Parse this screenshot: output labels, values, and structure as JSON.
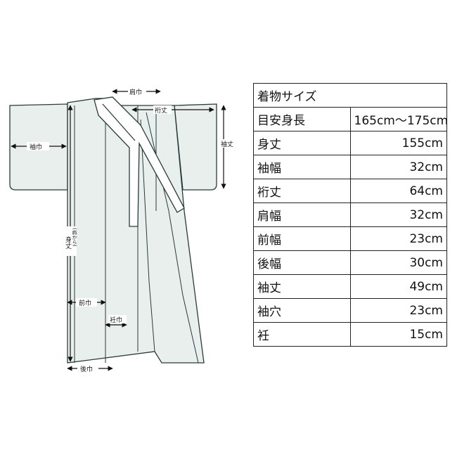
{
  "diagram": {
    "labels": {
      "katahaba": "肩巾",
      "yukitake": "裄丈",
      "sodehaba": "袖巾",
      "sodetake": "袖丈",
      "mitake": "身丈",
      "mitake_note": "(肩から)",
      "maehaba": "前巾",
      "okumihaba": "衽巾",
      "ushirohaba": "後巾"
    },
    "colors": {
      "line": "#2a3a3a",
      "fill": "#e9efed",
      "arrow": "#111111"
    }
  },
  "table": {
    "title": "着物サイズ",
    "rows": [
      {
        "label": "目安身長",
        "value": "165cm〜175cm"
      },
      {
        "label": "身丈",
        "value": "155cm"
      },
      {
        "label": "袖幅",
        "value": "32cm"
      },
      {
        "label": "裄丈",
        "value": "64cm"
      },
      {
        "label": "肩幅",
        "value": "32cm"
      },
      {
        "label": "前幅",
        "value": "23cm"
      },
      {
        "label": "後幅",
        "value": "30cm"
      },
      {
        "label": "袖丈",
        "value": "49cm"
      },
      {
        "label": "袖穴",
        "value": "23cm"
      },
      {
        "label": "衽",
        "value": "15cm"
      }
    ]
  }
}
